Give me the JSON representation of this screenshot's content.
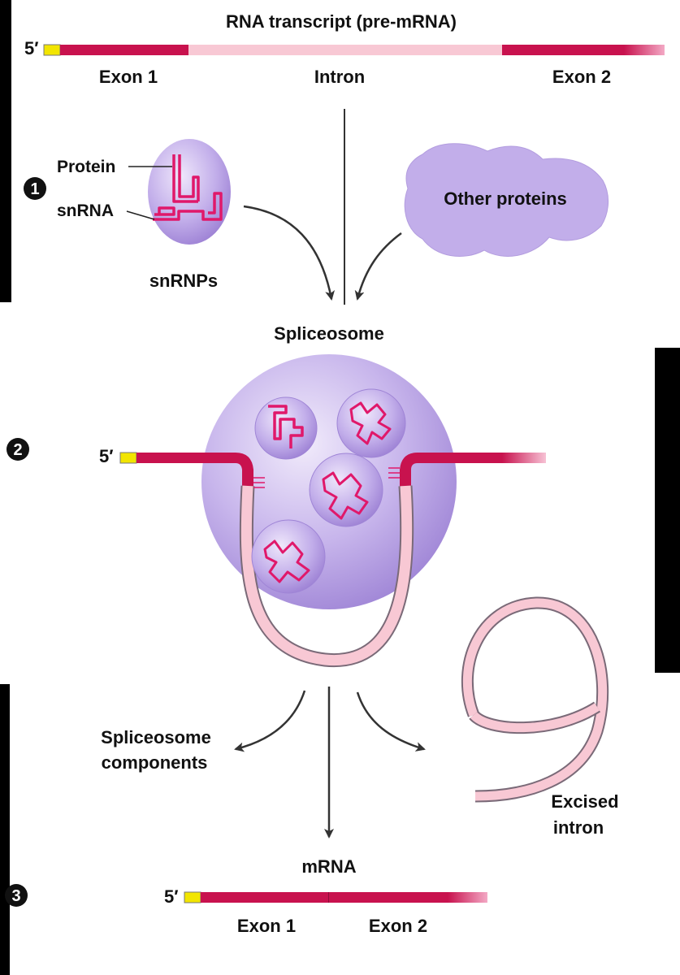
{
  "colors": {
    "exon": "#c8124e",
    "intron": "#f8c8d4",
    "cap": "#f2e500",
    "snrnp_fill": "#b9a3e3",
    "snrna": "#e0186a",
    "arrow": "#333333",
    "side_bar": "#000000"
  },
  "pre_mrna": {
    "title": "RNA transcript (pre-mRNA)",
    "five_prime": "5′",
    "exon1": "Exon 1",
    "intron": "Intron",
    "exon2": "Exon 2"
  },
  "step1": {
    "number": "1",
    "protein_label": "Protein",
    "snrna_label": "snRNA",
    "snrnps_label": "snRNPs",
    "other_proteins_label": "Other proteins"
  },
  "step2": {
    "number": "2",
    "spliceosome_label": "Spliceosome",
    "five_prime": "5′"
  },
  "step3": {
    "number": "3",
    "components_line1": "Spliceosome",
    "components_line2": "components",
    "excised_line1": "Excised",
    "excised_line2": "intron",
    "mrna_label": "mRNA",
    "five_prime": "5′",
    "exon1": "Exon 1",
    "exon2": "Exon 2"
  }
}
